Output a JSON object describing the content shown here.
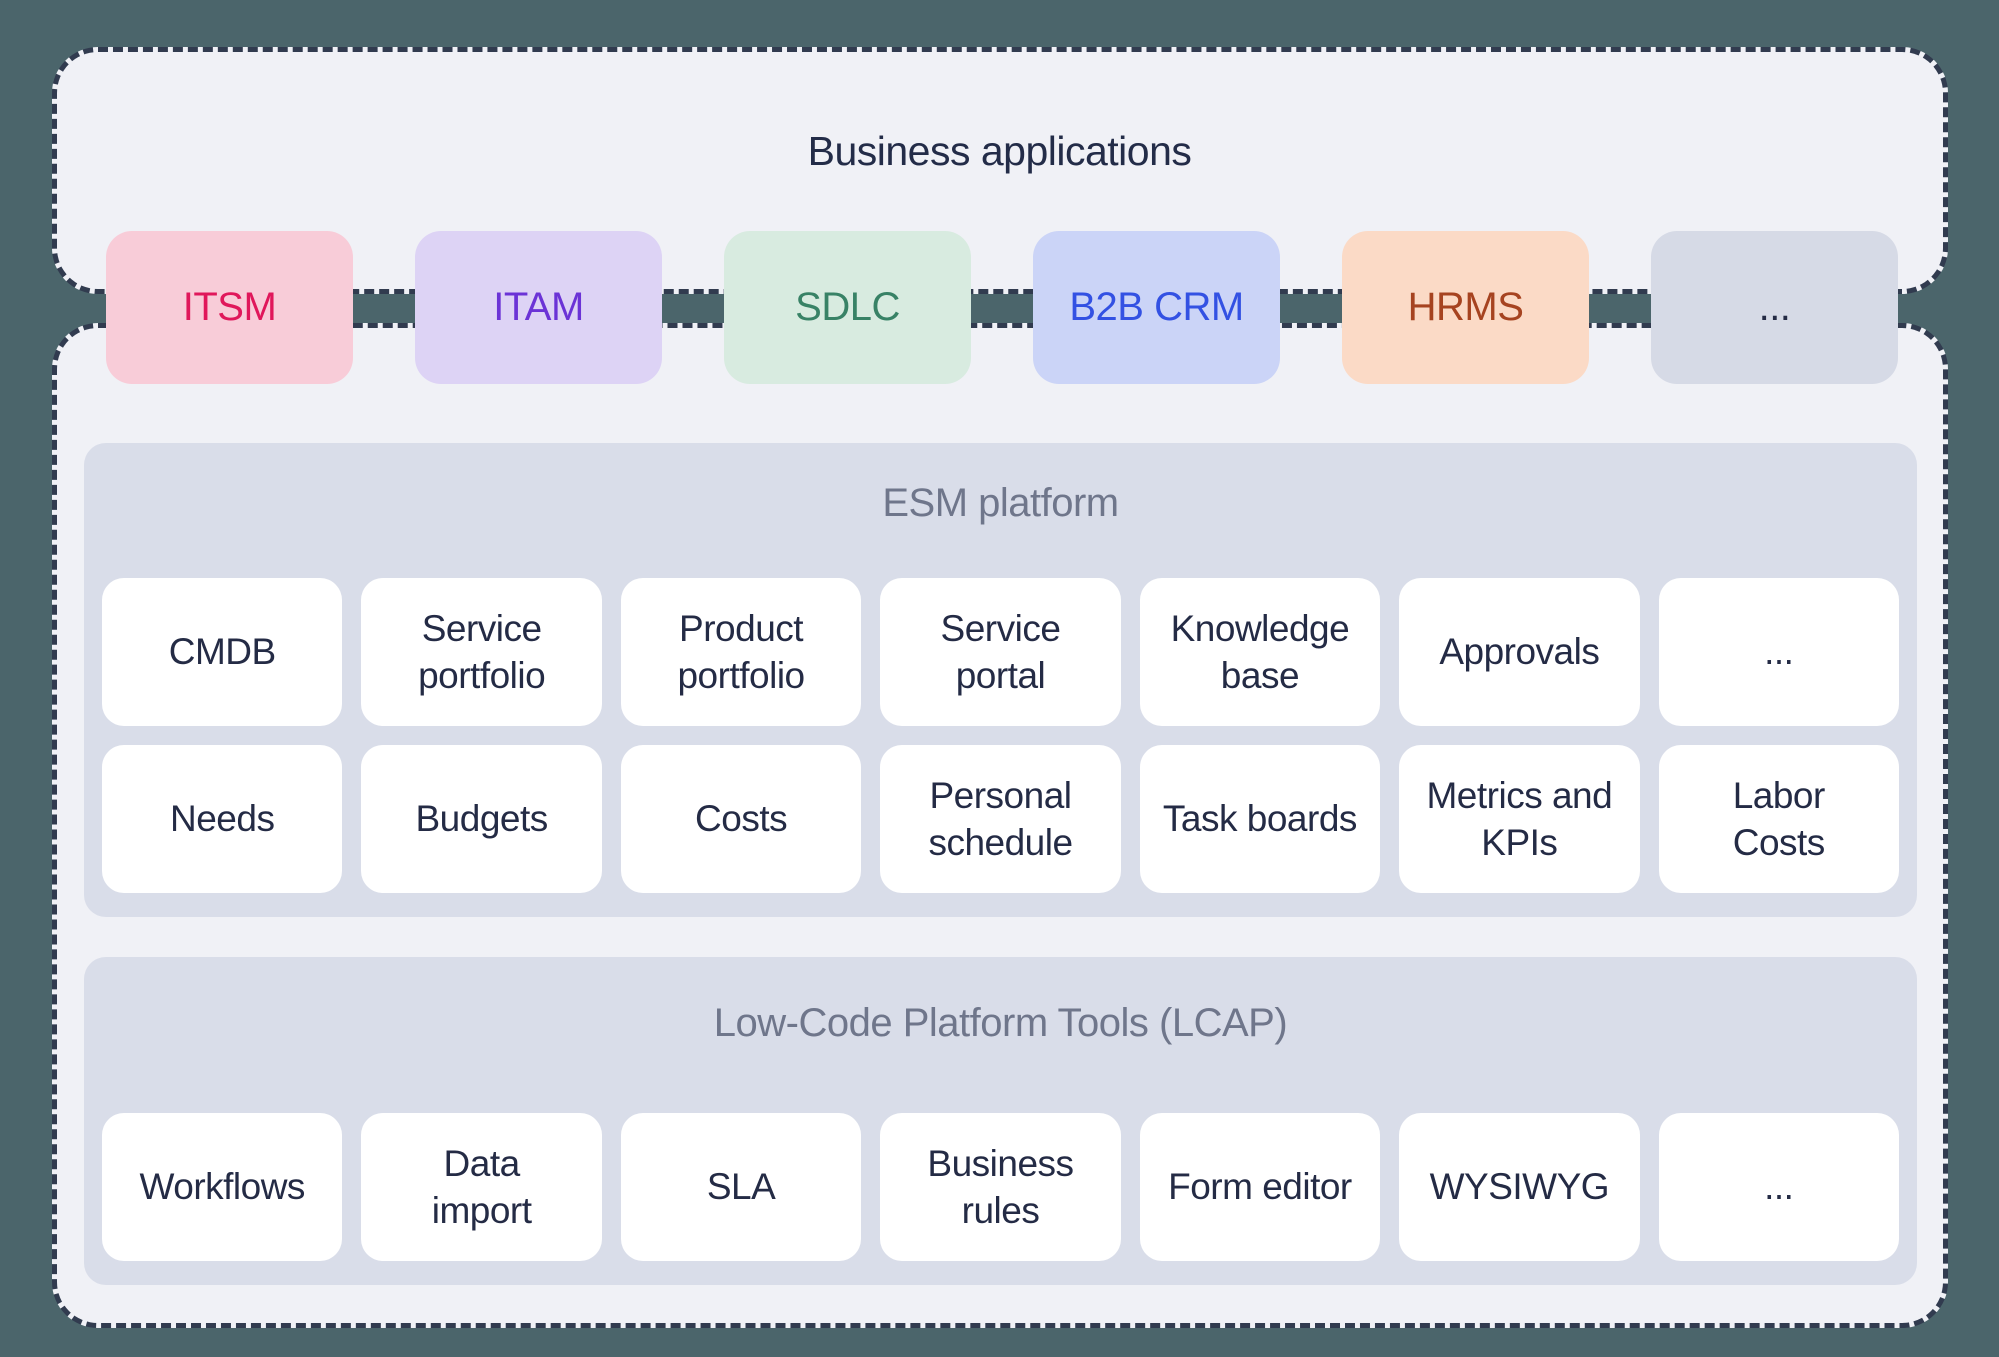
{
  "colors": {
    "page_bg": "#4B656B",
    "dashed_border": "#313B4F",
    "container_bg": "#F0F1F6",
    "panel_bg": "#D9DDE9",
    "card_bg": "#FFFFFF",
    "card_text": "#242B45",
    "title_text": "#232C48",
    "section_header_text": "#6F768B"
  },
  "business_applications": {
    "title": "Business applications",
    "chips": [
      {
        "label": "ITSM",
        "bg": "#F8CCD8",
        "fg": "#E0175B"
      },
      {
        "label": "ITAM",
        "bg": "#DDD3F5",
        "fg": "#6B33D6"
      },
      {
        "label": "SDLC",
        "bg": "#D8EBE0",
        "fg": "#388266"
      },
      {
        "label": "B2B CRM",
        "bg": "#CBD4F7",
        "fg": "#3351E3"
      },
      {
        "label": "HRMS",
        "bg": "#FBDAC6",
        "fg": "#A64320"
      },
      {
        "label": "...",
        "bg": "#D6DAE6",
        "fg": "#242B45"
      }
    ]
  },
  "esm_platform": {
    "title": "ESM platform",
    "cards_row1": [
      "CMDB",
      "Service\nportfolio",
      "Product\nportfolio",
      "Service\nportal",
      "Knowledge\nbase",
      "Approvals",
      "..."
    ],
    "cards_row2": [
      "Needs",
      "Budgets",
      "Costs",
      "Personal\nschedule",
      "Task boards",
      "Metrics and\nKPIs",
      "Labor\nCosts"
    ]
  },
  "lcap": {
    "title": "Low-Code Platform Tools (LCAP)",
    "cards": [
      "Workflows",
      "Data\nimport",
      "SLA",
      "Business\nrules",
      "Form editor",
      "WYSIWYG",
      "..."
    ]
  }
}
